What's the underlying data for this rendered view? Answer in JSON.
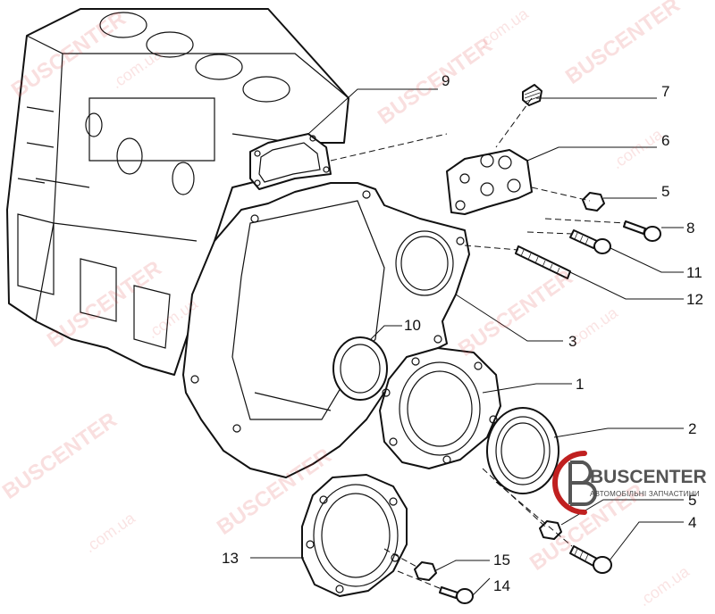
{
  "callouts": {
    "c1": "1",
    "c2": "2",
    "c3": "3",
    "c4": "4",
    "c5a": "5",
    "c5b": "5",
    "c6": "6",
    "c7": "7",
    "c8": "8",
    "c9": "9",
    "c10": "10",
    "c11": "11",
    "c12": "12",
    "c13": "13",
    "c14": "14",
    "c15": "15"
  },
  "watermark": {
    "brand": "BUSCENTER",
    "domain": ".com.ua",
    "color": "#e04040"
  },
  "logo": {
    "name": "BUSCENTER",
    "tagline": "АВТОМОБІЛЬНІ ЗАПЧАСТИНИ"
  }
}
